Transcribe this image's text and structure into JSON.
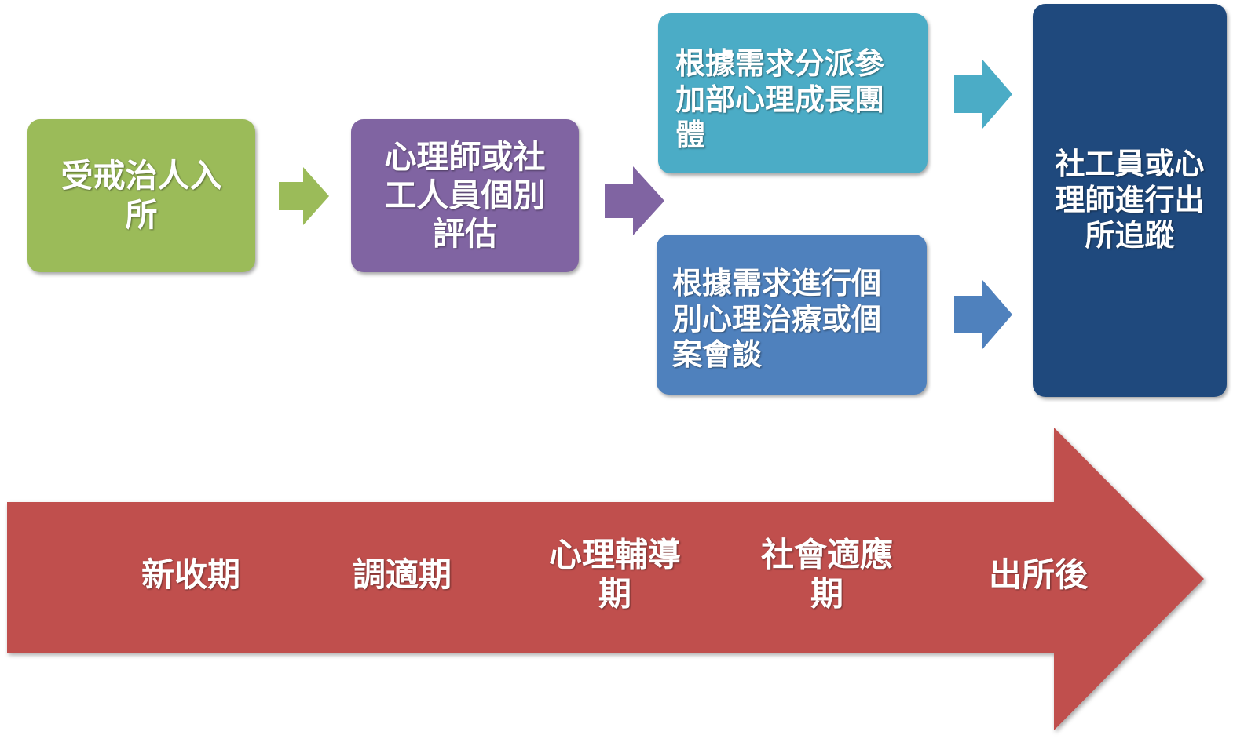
{
  "colors": {
    "green": "#9bbb59",
    "purple": "#8064a2",
    "teal": "#4bacc6",
    "blue": "#4f81bd",
    "navy": "#1f497d",
    "red": "#c0504d"
  },
  "flow": {
    "intake": [
      "受戒治人入",
      "所"
    ],
    "assessment": [
      "心理師或社",
      "工人員個別",
      "評估"
    ],
    "group": [
      "根據需求分派參",
      "加部心理成長團",
      "體"
    ],
    "individual": [
      "根據需求進行個",
      "別心理治療或個",
      "案會談"
    ],
    "followup": [
      "社工員或心",
      "理師進行出",
      "所追蹤"
    ]
  },
  "timeline": {
    "phases": [
      {
        "lines": [
          "新收期"
        ]
      },
      {
        "lines": [
          "調適期"
        ]
      },
      {
        "lines": [
          "心理輔導",
          "期"
        ]
      },
      {
        "lines": [
          "社會適應",
          "期"
        ]
      },
      {
        "lines": [
          "出所後"
        ]
      }
    ]
  }
}
